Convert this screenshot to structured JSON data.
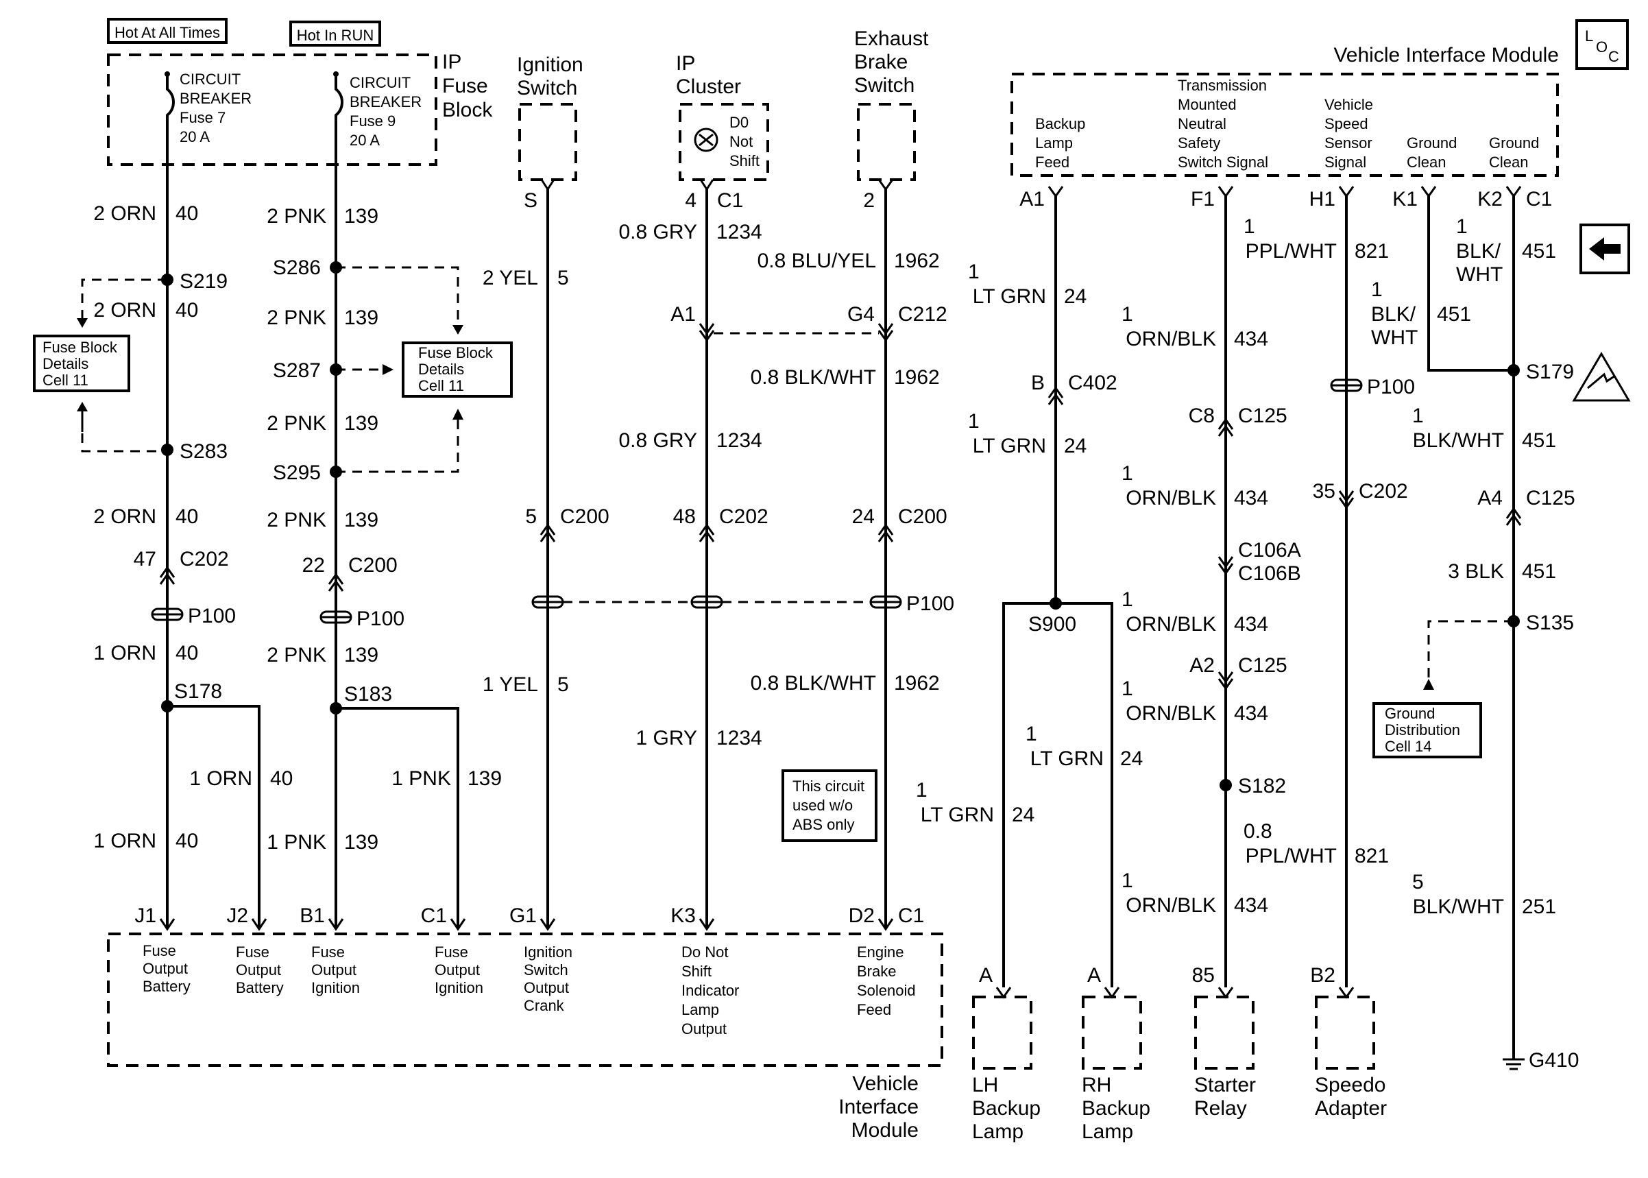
{
  "fuse_block": {
    "label_hot_all": "Hot At All Times",
    "label_hot_run": "Hot In RUN",
    "title": [
      "IP",
      "Fuse",
      "Block"
    ],
    "breaker7": [
      "CIRCUIT",
      "BREAKER",
      "Fuse 7",
      "20 A"
    ],
    "breaker9": [
      "CIRCUIT",
      "BREAKER",
      "Fuse 9",
      "20 A"
    ],
    "details_left": [
      "Fuse Block",
      "Details",
      "Cell 11"
    ],
    "details_right": [
      "Fuse Block",
      "Details",
      "Cell 11"
    ]
  },
  "components_top": {
    "ignition_switch": [
      "Ignition",
      "Switch"
    ],
    "ip_cluster": [
      "IP",
      "Cluster"
    ],
    "do_not_shift": [
      "D0",
      "Not",
      "Shift"
    ],
    "exhaust_brake": [
      "Exhaust",
      "Brake",
      "Switch"
    ],
    "vim_title": "Vehicle Interface Module",
    "vim_feeds": {
      "backup": [
        "Backup",
        "Lamp",
        "Feed"
      ],
      "trans": [
        "Transmission",
        "Mounted",
        "Neutral",
        "Safety",
        "Switch Signal"
      ],
      "vss": [
        "Vehicle",
        "Speed",
        "Sensor",
        "Signal"
      ],
      "gnd1": [
        "Ground",
        "Clean"
      ],
      "gnd2": [
        "Ground",
        "Clean"
      ]
    },
    "loc_icon": "LOC"
  },
  "wire_labels": {
    "c1_orn_a": "2 ORN",
    "c1_num_a": "40",
    "c1_orn_b": "2 ORN",
    "c1_num_b": "40",
    "c1_orn_c": "2 ORN",
    "c1_num_c": "40",
    "c1_orn_d": "1 ORN",
    "c1_num_d": "40",
    "c1_orn_e": "1 ORN",
    "c1_num_e": "40",
    "c1_orn_f": "1 ORN",
    "c1_num_f": "40",
    "c2_pnk_a": "2 PNK",
    "c2_num_a": "139",
    "c2_pnk_b": "2 PNK",
    "c2_num_b": "139",
    "c2_pnk_c": "2 PNK",
    "c2_num_c": "139",
    "c2_pnk_d": "2 PNK",
    "c2_num_d": "139",
    "c2_pnk_e": "2 PNK",
    "c2_num_e": "139",
    "c2_pnk_f": "1 PNK",
    "c2_num_f": "139",
    "c2_pnk_g": "1 PNK",
    "c2_num_g": "139",
    "ign_a": "2 YEL",
    "ign_an": "5",
    "ign_b": "1 YEL",
    "ign_bn": "5",
    "ipc_a": "0.8 GRY",
    "ipc_an": "1234",
    "ipc_b": "0.8 GRY",
    "ipc_bn": "1234",
    "ipc_c": "1 GRY",
    "ipc_cn": "1234",
    "exb_a": "0.8 BLU/YEL",
    "exb_an": "1962",
    "exb_b": "0.8 BLK/WHT",
    "exb_bn": "1962",
    "exb_c": "0.8 BLK/WHT",
    "exb_cn": "1962",
    "ltg_a1": "1",
    "ltg_a2": "LT GRN",
    "ltg_an": "24",
    "ltg_b1": "1",
    "ltg_b2": "LT GRN",
    "ltg_bn": "24",
    "ltg_c1": "1",
    "ltg_c2": "LT GRN",
    "ltg_cn": "24",
    "ltg_d1": "1",
    "ltg_d2": "LT GRN",
    "ltg_dn": "24",
    "ob_a1": "1",
    "ob_a2": "ORN/BLK",
    "ob_an": "434",
    "ob_b1": "1",
    "ob_b2": "ORN/BLK",
    "ob_bn": "434",
    "ob_c1": "1",
    "ob_c2": "ORN/BLK",
    "ob_cn": "434",
    "ob_d1": "1",
    "ob_d2": "ORN/BLK",
    "ob_dn": "434",
    "ob_e1": "1",
    "ob_e2": "ORN/BLK",
    "ob_en": "434",
    "pw_a1": "1",
    "pw_a2": "PPL/WHT",
    "pw_an": "821",
    "pw_b1": "0.8",
    "pw_b2": "PPL/WHT",
    "pw_bn": "821",
    "bw_a1": "1",
    "bw_a2": "BLK/",
    "bw_a3": "WHT",
    "bw_an": "451",
    "bw_b1": "1",
    "bw_b2": "BLK/",
    "bw_b3": "WHT",
    "bw_bn": "451",
    "bw_c1": "1",
    "bw_c2": "BLK/WHT",
    "bw_cn": "451",
    "bw_d": "3 BLK",
    "bw_dn": "451",
    "bw_e1": "5",
    "bw_e2": "BLK/WHT",
    "bw_en": "251"
  },
  "splices": {
    "s219": "S219",
    "s283": "S283",
    "s178": "S178",
    "s286": "S286",
    "s287": "S287",
    "s295": "S295",
    "s183": "S183",
    "s900": "S900",
    "s182": "S182",
    "s179": "S179",
    "s135": "S135"
  },
  "connectors": {
    "c202a_n": "47",
    "c202a": "C202",
    "c200a_n": "22",
    "c200a": "C200",
    "c200b_n": "5",
    "c200b": "C200",
    "c202b_n": "48",
    "c202b": "C202",
    "c200c_n": "24",
    "c200c": "C200",
    "p100": "P100",
    "ign_pin": "S",
    "ipc_pin": "4",
    "ipc_conn": "C1",
    "exb_pin": "2",
    "c212_a": "A1",
    "c212_b": "G4",
    "c212": "C212",
    "vim_a1": "A1",
    "vim_f1": "F1",
    "vim_h1": "H1",
    "vim_k1": "K1",
    "vim_k2": "K2",
    "vim_c1": "C1",
    "c402_p": "B",
    "c402": "C402",
    "c125a_p": "C8",
    "c125a": "C125",
    "c106a": "C106A",
    "c106b": "C106B",
    "c125b_p": "A2",
    "c125b": "C125",
    "c202c_p": "35",
    "c202c": "C202",
    "c125c_p": "A4",
    "c125c": "C125",
    "g410": "G410",
    "lh_pin": "A",
    "rh_pin": "A",
    "relay_pin": "85",
    "speedo_pin": "B2"
  },
  "vim_bottom": {
    "pins": [
      "J1",
      "J2",
      "B1",
      "C1",
      "G1",
      "K3",
      "D2",
      "C1"
    ],
    "j1": [
      "Fuse",
      "Output",
      "Battery"
    ],
    "j2": [
      "Fuse",
      "Output",
      "Battery"
    ],
    "b1": [
      "Fuse",
      "Output",
      "Ignition"
    ],
    "c1": [
      "Fuse",
      "Output",
      "Ignition"
    ],
    "g1": [
      "Ignition",
      "Switch",
      "Output",
      "Crank"
    ],
    "k3": [
      "Do Not",
      "Shift",
      "Indicator",
      "Lamp",
      "Output"
    ],
    "d2": [
      "Engine",
      "Brake",
      "Solenoid",
      "Feed"
    ],
    "title": [
      "Vehicle",
      "Interface",
      "Module"
    ]
  },
  "notes": {
    "abs_note": [
      "This circuit",
      "used w/o",
      "ABS only"
    ],
    "ground_dist": [
      "Ground",
      "Distribution",
      "Cell 14"
    ]
  },
  "loads": {
    "lh": [
      "LH",
      "Backup",
      "Lamp"
    ],
    "rh": [
      "RH",
      "Backup",
      "Lamp"
    ],
    "relay": [
      "Starter",
      "Relay"
    ],
    "speedo": [
      "Speedo",
      "Adapter"
    ]
  }
}
